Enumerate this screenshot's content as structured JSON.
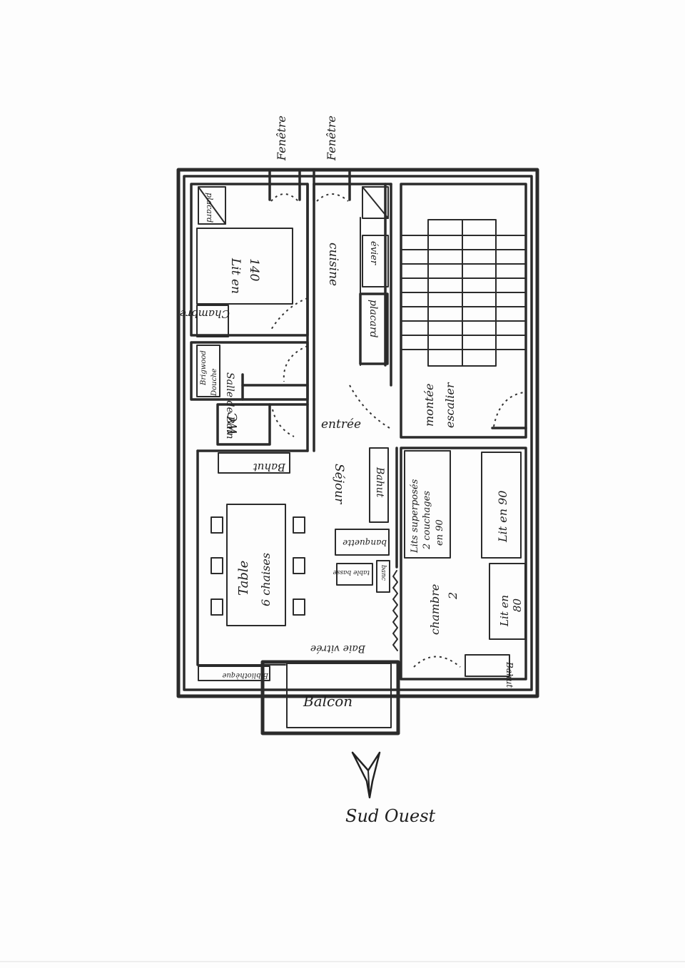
{
  "labels": {
    "fenetre1": "Fenêtre",
    "fenetre2": "Fenêtre",
    "placard_chambre": "placard",
    "lit140_a": "Lit en",
    "lit140_b": "140",
    "chambre": "Chambre",
    "cuisine": "cuisine",
    "evier": "évier",
    "placard_cuisine": "placard",
    "salle_de_bain": "Salle de Bain",
    "douche": "Douche",
    "brigwood": "Brigwood",
    "wc": "WC",
    "entree": "entrée",
    "montee_escalier": "montée",
    "montee_escalier_2": "escalier",
    "bahut_top": "Bahut",
    "sejour": "Séjour",
    "bahut_right": "Bahut",
    "banquette": "banquette",
    "table_basse": "table basse",
    "banc": "banc",
    "lits_superposes_1": "Lits superposés",
    "lits_superposes_2": "2 couchages",
    "lits_superposes_3": "en 90",
    "lit90": "Lit en 90",
    "chambre2_a": "chambre",
    "chambre2_b": "2",
    "lit80_a": "Lit en",
    "lit80_b": "80",
    "table_a": "Table",
    "table_b": "6 chaises",
    "baie_vitree": "Baie vitrée",
    "bibliotheque": "Bibliothèque",
    "bahut_chambre2": "Bahut",
    "balcon": "Balcon",
    "orientation": "Sud Ouest"
  }
}
